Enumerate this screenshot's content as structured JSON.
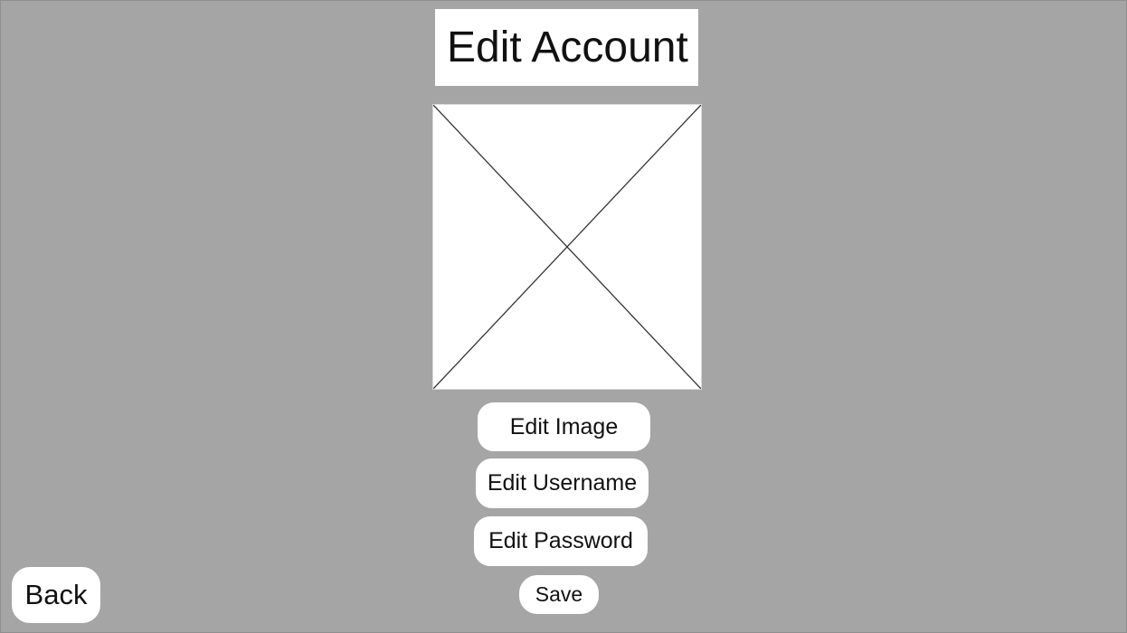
{
  "page": {
    "title": "Edit Account",
    "image_alt": "profile-image-placeholder"
  },
  "actions": {
    "edit_image": "Edit Image",
    "edit_username": "Edit Username",
    "edit_password": "Edit Password",
    "save": "Save",
    "back": "Back"
  },
  "colors": {
    "background": "#a5a5a5",
    "panel": "#ffffff",
    "text": "#111111"
  }
}
